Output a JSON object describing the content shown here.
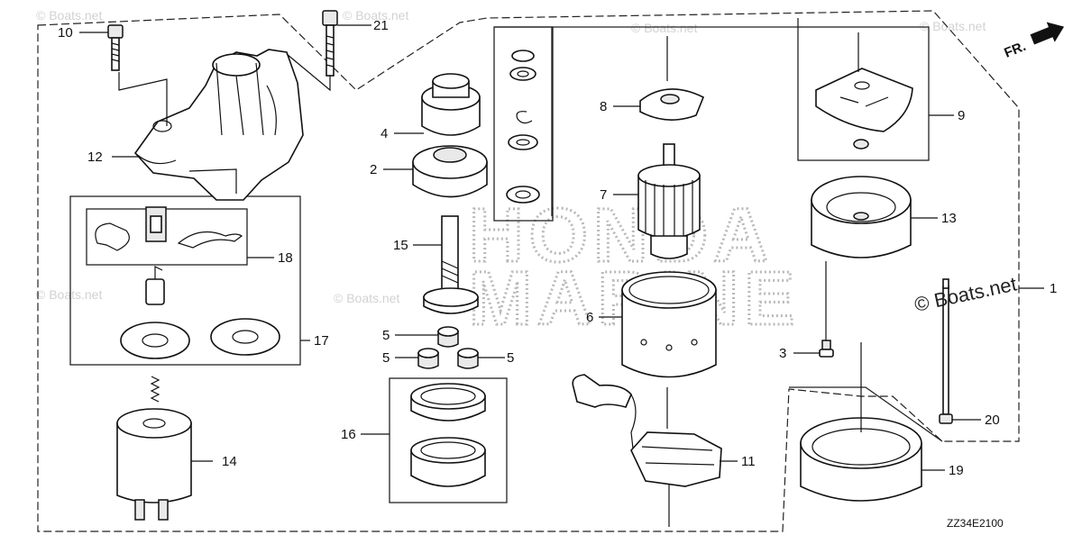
{
  "labels": {
    "p1": "1",
    "p2": "2",
    "p3": "3",
    "p4": "4",
    "p5a": "5",
    "p5b": "5",
    "p5c": "5",
    "p6": "6",
    "p7": "7",
    "p8": "8",
    "p9": "9",
    "p10": "10",
    "p11": "11",
    "p12": "12",
    "p13": "13",
    "p14": "14",
    "p15": "15",
    "p16": "16",
    "p17": "17",
    "p18": "18",
    "p19": "19",
    "p20": "20",
    "p21": "21"
  },
  "front_marker": "FR.",
  "watermark": {
    "site": "© Boats.net",
    "corner": "© Boats.net",
    "brand_line1": "HONDA",
    "brand_line2": "MARINE"
  },
  "diagram_code": "ZZ34E2100"
}
